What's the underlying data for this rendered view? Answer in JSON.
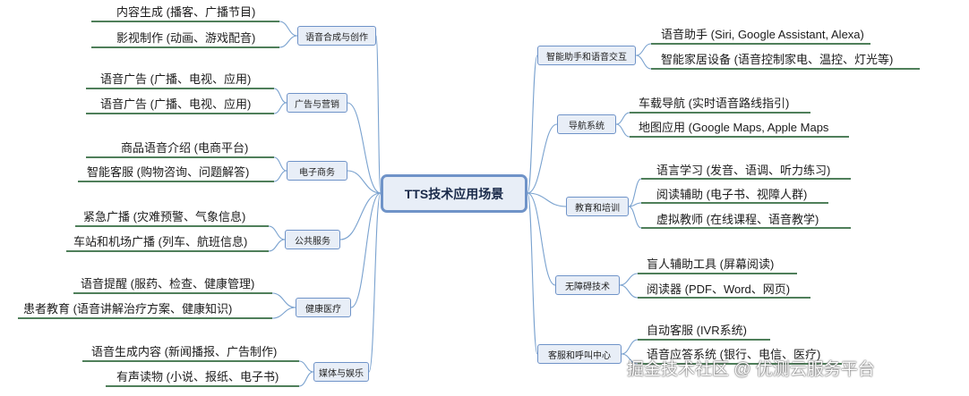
{
  "root": "TTS技术应用场景",
  "left": [
    {
      "label": "语音合成与创作",
      "leaves": [
        "内容生成 (播客、广播节目)",
        "影视制作 (动画、游戏配音)"
      ]
    },
    {
      "label": "广告与营销",
      "leaves": [
        "语音广告 (广播、电视、应用)",
        "语音广告 (广播、电视、应用)"
      ]
    },
    {
      "label": "电子商务",
      "leaves": [
        "商品语音介绍 (电商平台)",
        "智能客服 (购物咨询、问题解答)"
      ]
    },
    {
      "label": "公共服务",
      "leaves": [
        "紧急广播 (灾难预警、气象信息)",
        "车站和机场广播 (列车、航班信息)"
      ]
    },
    {
      "label": "健康医疗",
      "leaves": [
        "语音提醒 (服药、检查、健康管理)",
        "患者教育 (语音讲解治疗方案、健康知识)"
      ]
    },
    {
      "label": "媒体与娱乐",
      "leaves": [
        "语音生成内容 (新闻播报、广告制作)",
        "有声读物 (小说、报纸、电子书)"
      ]
    }
  ],
  "right": [
    {
      "label": "智能助手和语音交互",
      "leaves": [
        "语音助手 (Siri, Google Assistant, Alexa)",
        "智能家居设备 (语音控制家电、温控、灯光等)"
      ]
    },
    {
      "label": "导航系统",
      "leaves": [
        "车载导航 (实时语音路线指引)",
        "地图应用 (Google Maps, Apple Maps"
      ]
    },
    {
      "label": "教育和培训",
      "leaves": [
        "语言学习 (发音、语调、听力练习)",
        "阅读辅助 (电子书、视障人群)",
        "虚拟教师 (在线课程、语音教学)"
      ]
    },
    {
      "label": "无障碍技术",
      "leaves": [
        "盲人辅助工具 (屏幕阅读)",
        "阅读器 (PDF、Word、网页)"
      ]
    },
    {
      "label": "客服和呼叫中心",
      "leaves": [
        "自动客服 (IVR系统)",
        "语音应答系统 (银行、电信、医疗)"
      ]
    }
  ],
  "watermark": "掘金技术社区 @ 优测云服务平台",
  "colors": {
    "link": "#7aa2cf",
    "leaf_line": "#4f7f5a",
    "node_fill": "#e8eef7",
    "node_border": "#6f93c8"
  }
}
